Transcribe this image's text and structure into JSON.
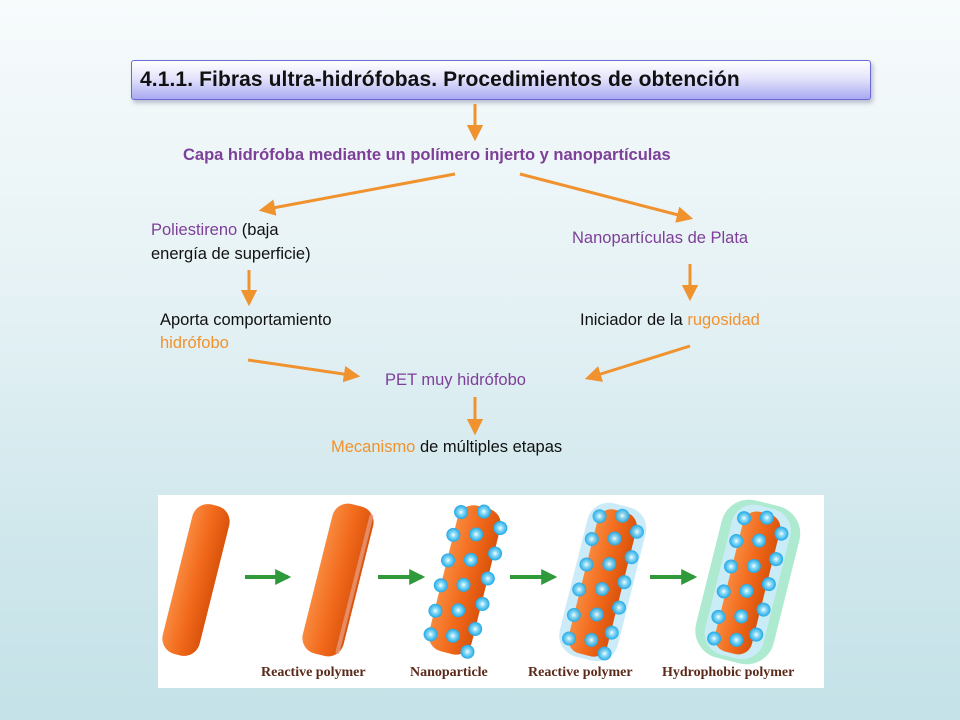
{
  "title": "4.1.1. Fibras ultra-hidrófobas. Procedimientos de obtención",
  "main_heading": "Capa hidrófoba mediante un polímero injerto y nanopartículas",
  "left_branch": {
    "line1_colored": "Poliestireno",
    "line1_rest": " (baja",
    "line2": "energía de superficie)"
  },
  "right_branch": {
    "text": "Nanopartículas de Plata"
  },
  "left_result": {
    "line1": "Aporta comportamiento",
    "line2": "hidrófobo"
  },
  "right_result": {
    "text_plain": "Iniciador de la ",
    "text_colored": "rugosidad"
  },
  "merge": {
    "text": "PET muy hidrófobo"
  },
  "final": {
    "text_colored": "Mecanismo",
    "text_rest": " de múltiples etapas"
  },
  "illustration": {
    "labels": [
      "Reactive polymer",
      "Nanoparticle",
      "Reactive polymer",
      "Hydrophobic polymer"
    ]
  },
  "colors": {
    "arrow": "#f0922e",
    "purple_text": "#7d3f98",
    "fiber": "#f26a1b",
    "particle": "#39b6ea",
    "step_arrow": "#2e9a3a",
    "hydrophobic_halo": "#9fe6c8"
  }
}
